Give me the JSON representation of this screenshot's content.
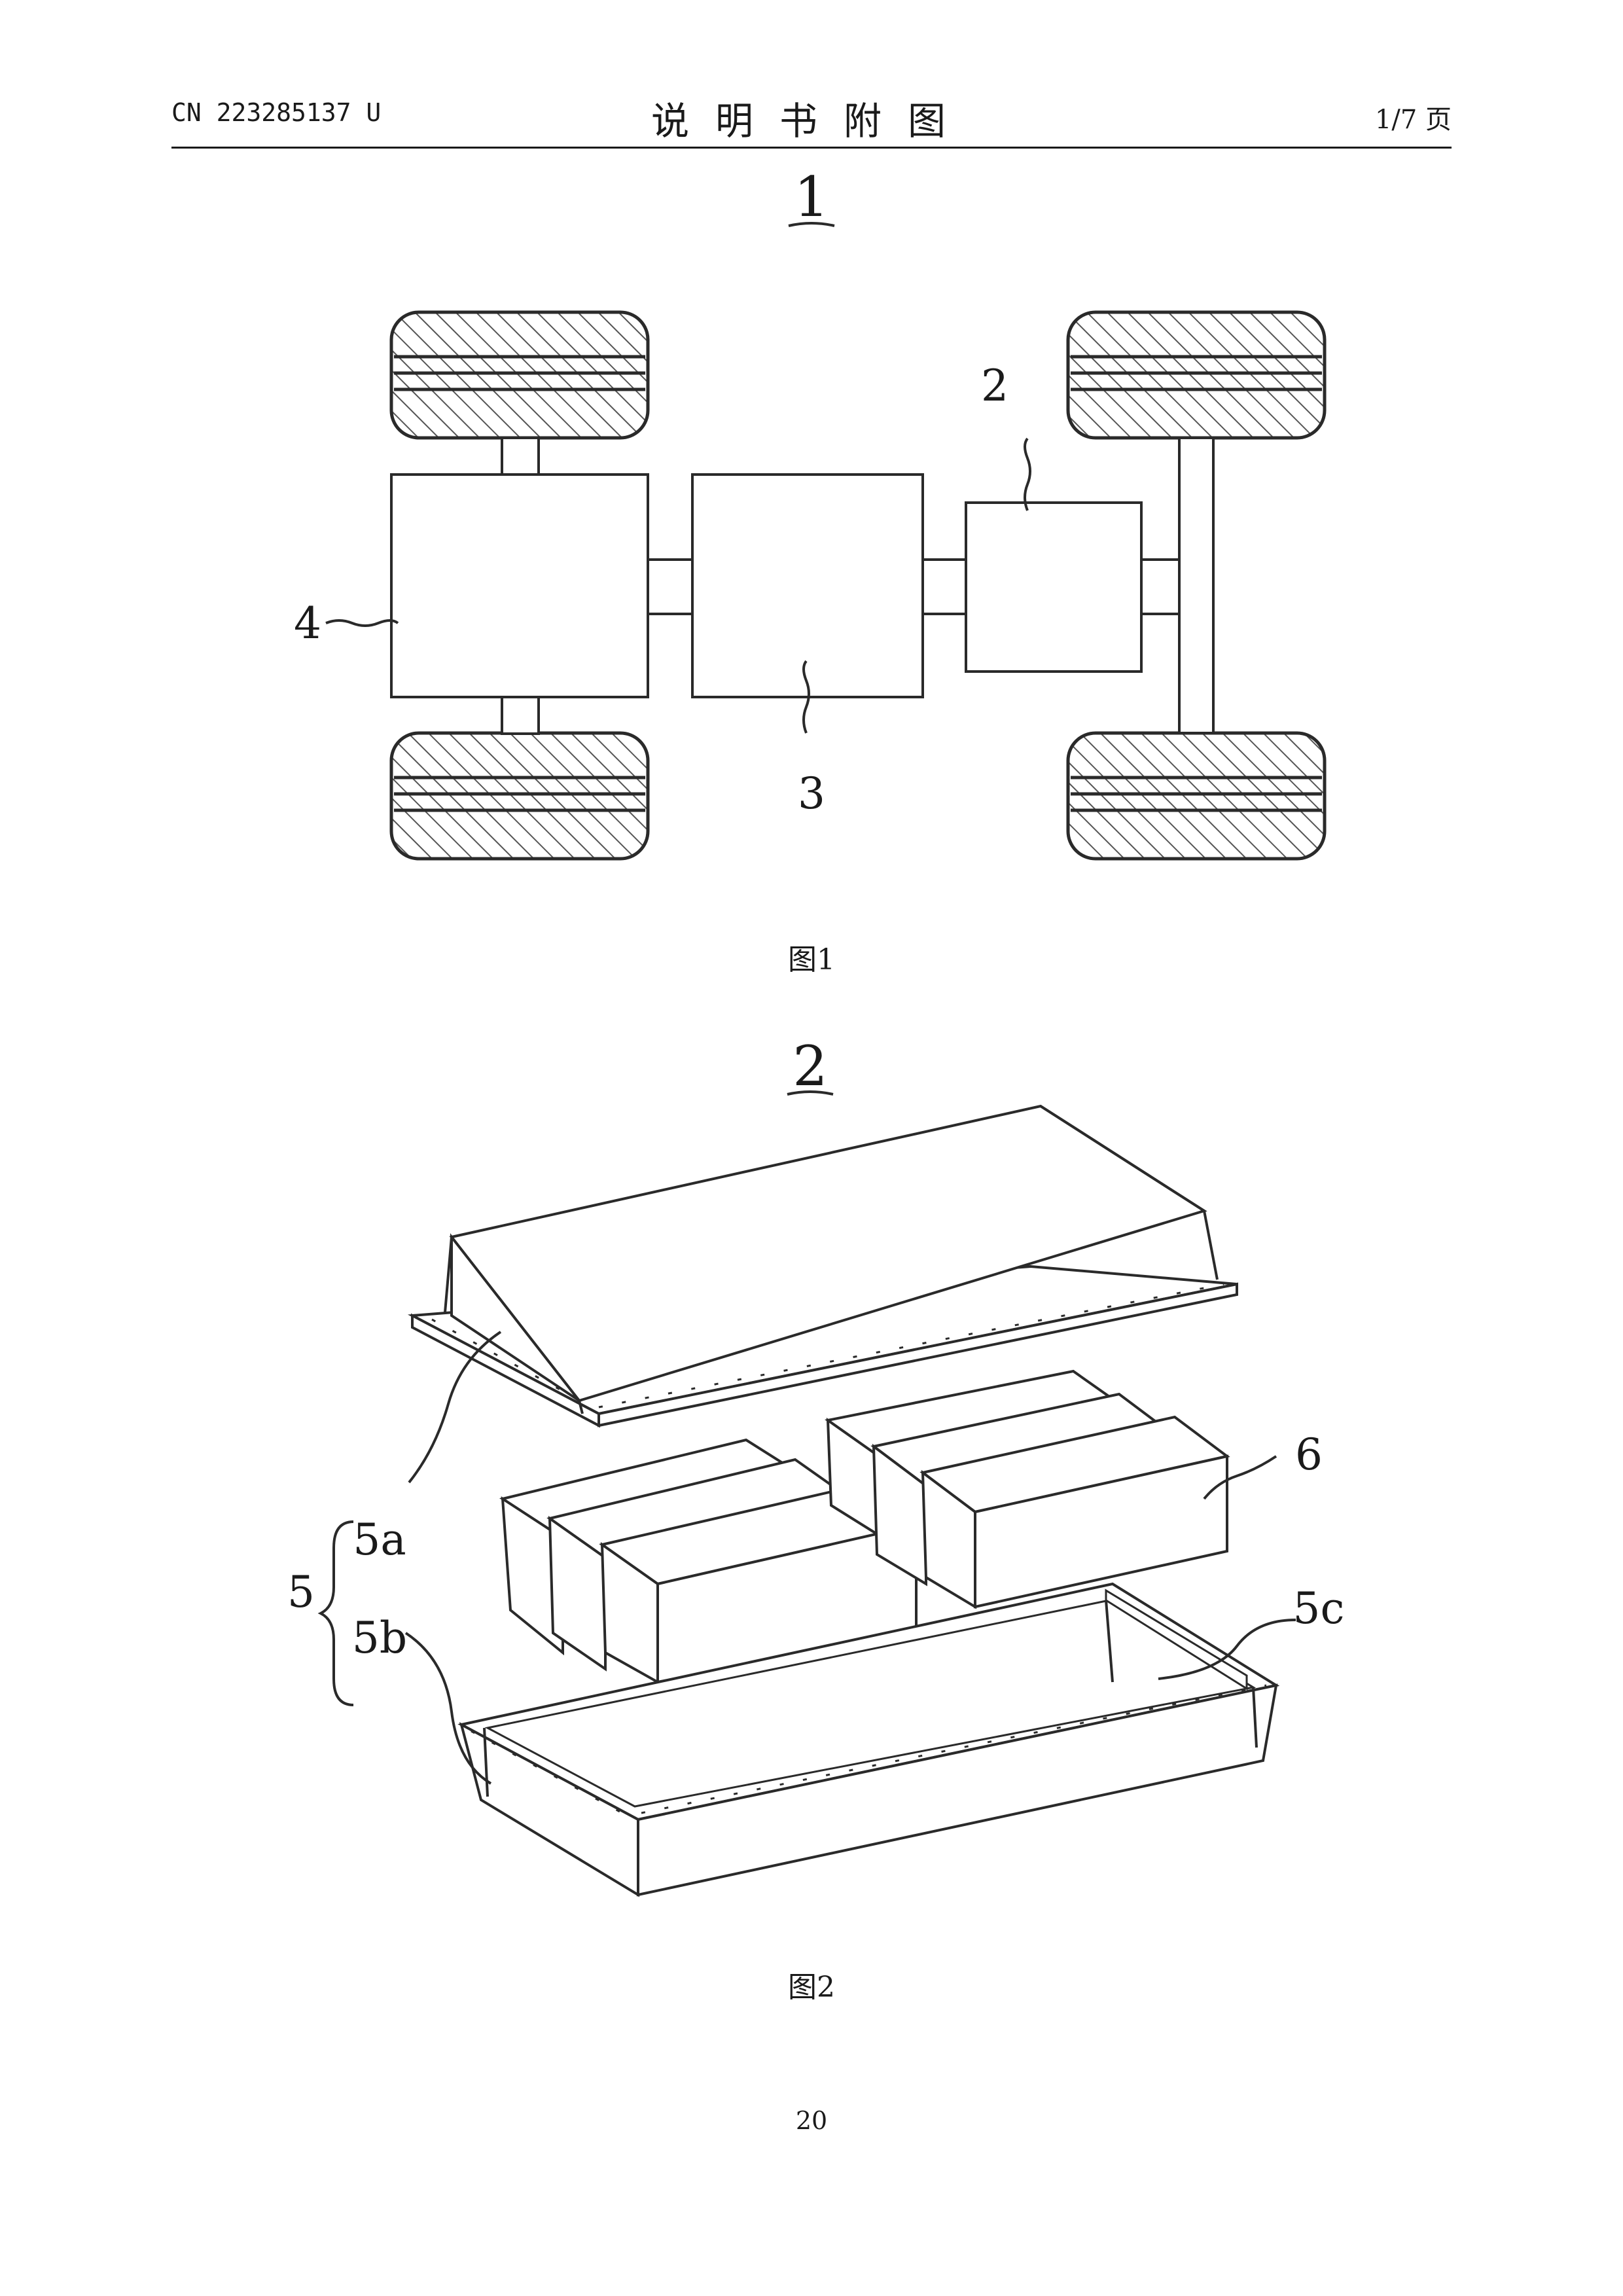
{
  "header": {
    "patent_number": "CN 223285137 U",
    "title": "说明书附图",
    "page_of": "1/7 页"
  },
  "figures": [
    {
      "caption": "图1",
      "reference": "1",
      "callouts": [
        "2",
        "3",
        "4"
      ]
    },
    {
      "caption": "图2",
      "reference": "2",
      "callouts": [
        "5",
        "5a",
        "5b",
        "5c",
        "6"
      ]
    }
  ],
  "footer": {
    "page_number": "20"
  }
}
